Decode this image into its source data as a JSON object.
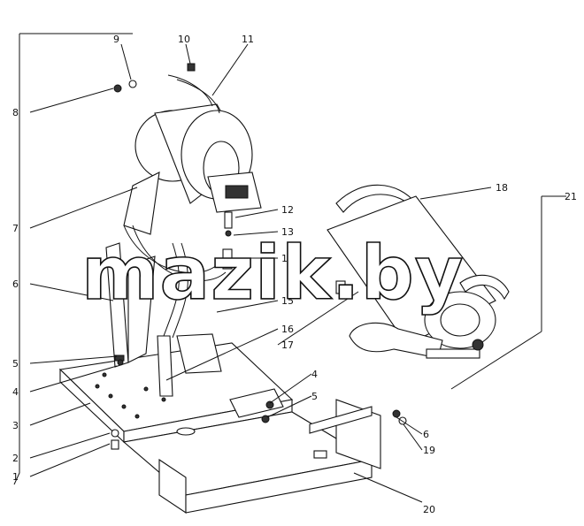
{
  "diagram": {
    "part_numbers": [
      "1",
      "2",
      "3",
      "4",
      "5",
      "6",
      "7",
      "8",
      "9",
      "10",
      "11",
      "12",
      "13",
      "14",
      "15",
      "16",
      "17",
      "18",
      "19",
      "20",
      "21",
      "4",
      "5",
      "6"
    ],
    "watermark": "mazik.by"
  }
}
